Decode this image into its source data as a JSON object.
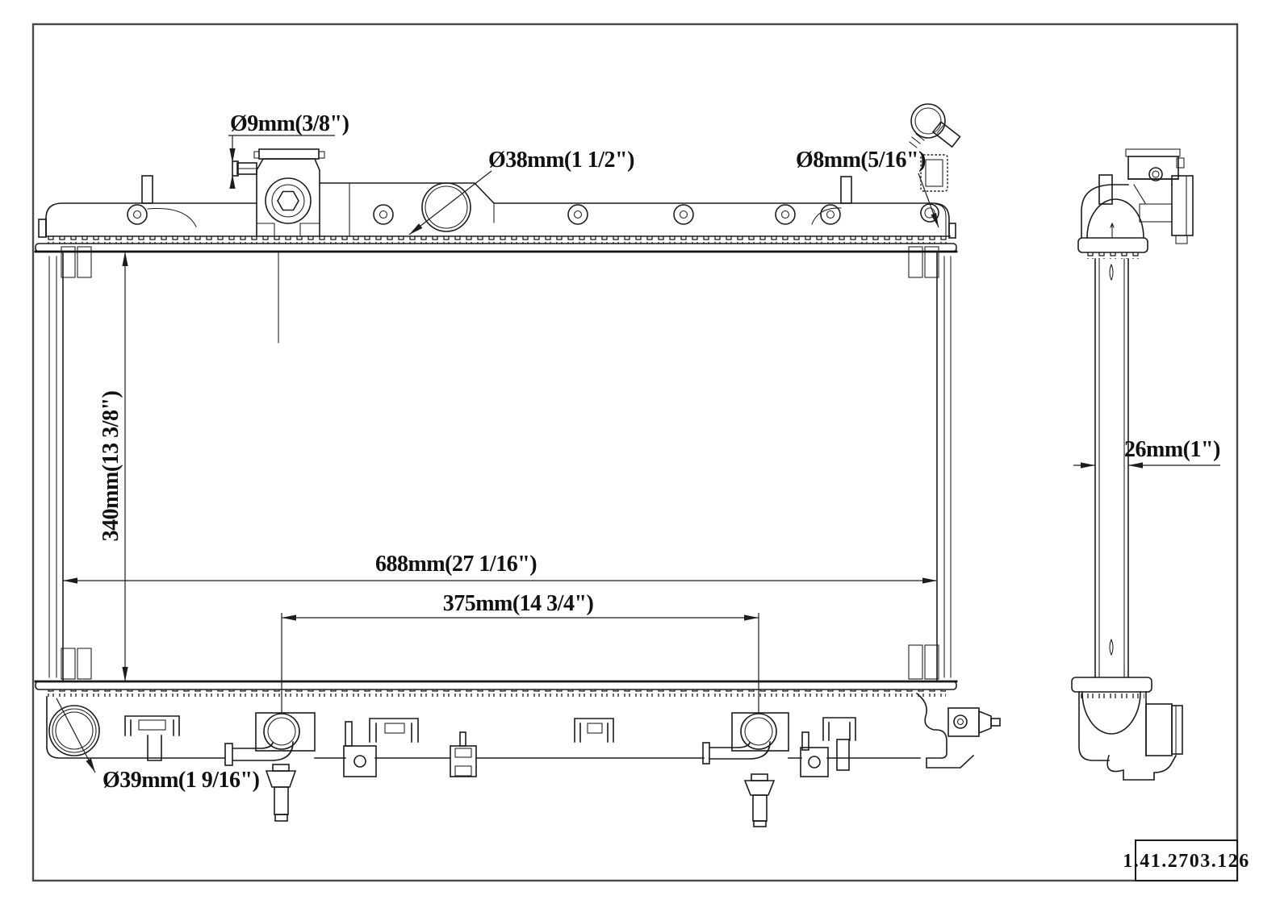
{
  "drawing": {
    "type": "radiator-engineering-drawing",
    "views": [
      "front",
      "side"
    ],
    "part_number": "1.41.2703.126",
    "line_color": "#1c1c1c",
    "background": "#ffffff",
    "dimensions": {
      "overflow_nipple_dia": "Ø9mm(3/8\")",
      "inlet_dia": "Ø38mm(1 1/2\")",
      "small_fitting_dia": "Ø8mm(5/16\")",
      "outlet_dia": "Ø39mm(1 9/16\")",
      "core_height": "340mm(13 3/8\")",
      "overall_width": "688mm(27 1/16\")",
      "fitting_spacing": "375mm(14 3/4\")",
      "core_thickness": "26mm(1\")"
    }
  }
}
